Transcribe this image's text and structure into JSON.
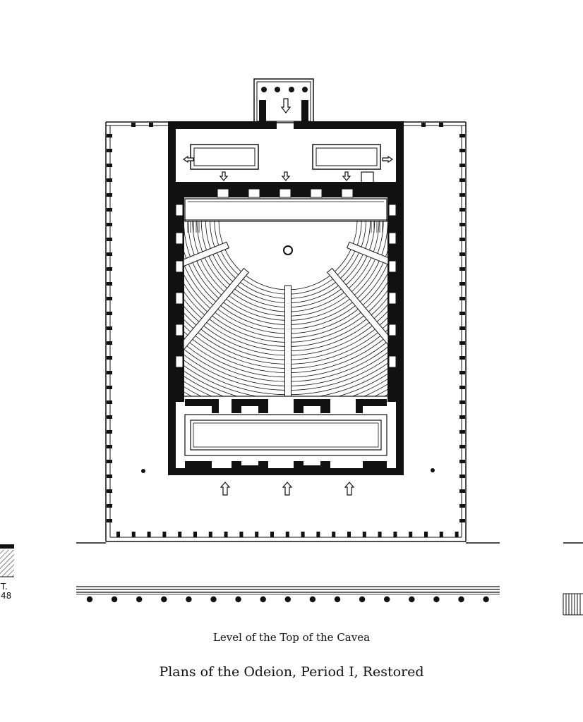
{
  "captions": {
    "level": "Level of the Top of the Cavea",
    "plan_title": "Plans of the Odeion, Period I, Restored"
  },
  "edge_label": {
    "line1": "T.",
    "line2": "48"
  },
  "colors": {
    "ink": "#111111",
    "paper": "#ffffff"
  },
  "icons": {
    "entrance_arrow": "up-arrow-outline",
    "porch_arrow": "down-arrow-outline",
    "side_arrows": [
      "left-arrow-outline",
      "right-arrow-outline"
    ]
  }
}
